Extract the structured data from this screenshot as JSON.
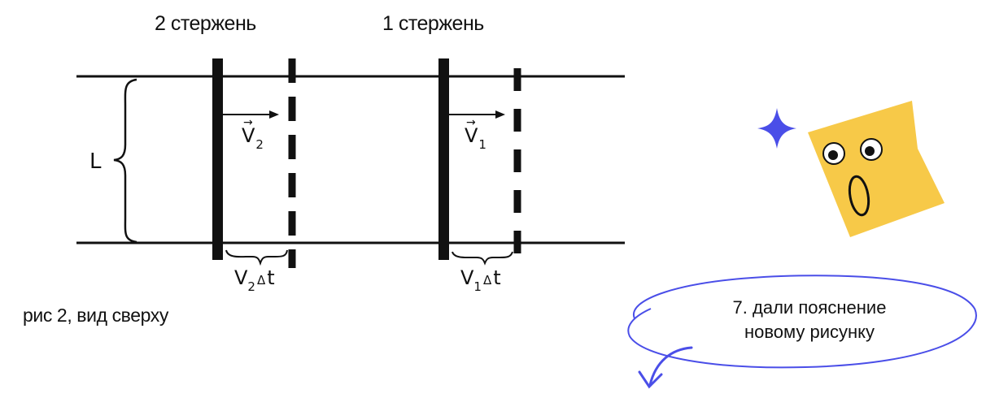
{
  "rod_labels": {
    "rod2": "2 стержень",
    "rod1": "1 стержень"
  },
  "length_label": "L",
  "velocity_labels": {
    "v2": {
      "letter": "V",
      "sub": "2"
    },
    "v1": {
      "letter": "V",
      "sub": "1"
    }
  },
  "displacement_labels": {
    "d2": {
      "letter": "V",
      "sub": "2",
      "delta": "Δ",
      "t": "t"
    },
    "d1": {
      "letter": "V",
      "sub": "1",
      "delta": "Δ",
      "t": "t"
    }
  },
  "caption": "рис 2, вид сверху",
  "note": {
    "line1": "7. дали пояснение",
    "line2": "новому рисунку"
  },
  "colors": {
    "ink": "#111111",
    "accent_blue": "#4a4ee8",
    "mascot_yellow": "#f7c948"
  },
  "icons": [
    "sparkle-icon",
    "surprised-face-icon",
    "curved-arrow-icon"
  ]
}
